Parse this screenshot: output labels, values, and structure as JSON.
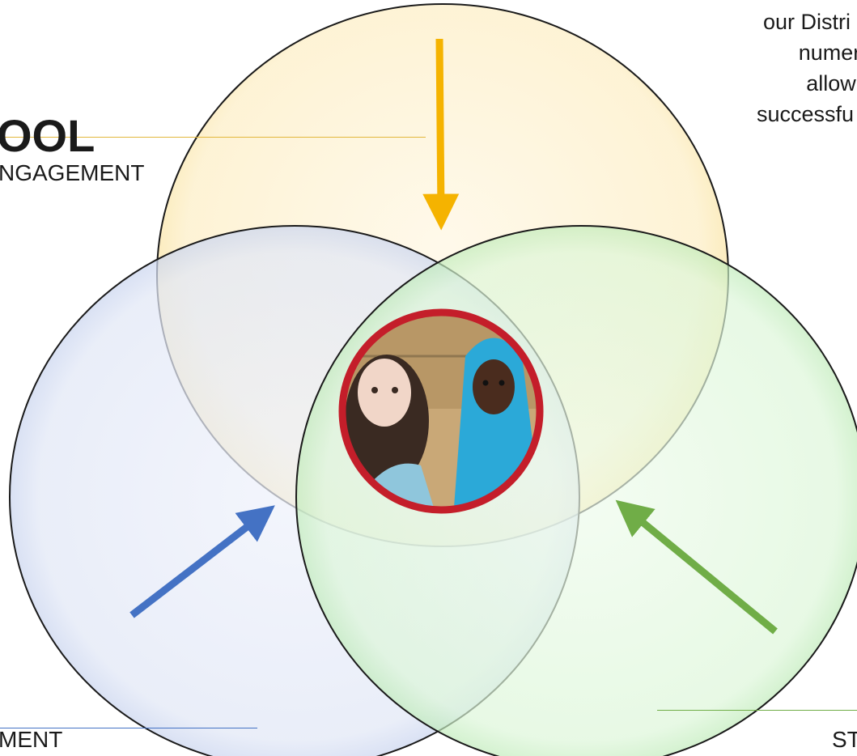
{
  "heading": {
    "title": "OOL",
    "subtitle": "NGAGEMENT"
  },
  "bottom_left_label": "MENT",
  "bottom_right_label": "ST",
  "paragraph_lines": [
    "our Distri",
    "numer",
    "allow",
    "successfu"
  ],
  "colors": {
    "yellow_circle": "#fde9a6",
    "blue_circle": "#d9dff4",
    "green_circle": "#d6f3d2",
    "yellow_arrow": "#f5b300",
    "blue_arrow": "#4472c4",
    "green_arrow": "#70ad47",
    "photo_ring": "#c41e2a"
  },
  "icons": {
    "center_photo": "two-children-photo"
  }
}
